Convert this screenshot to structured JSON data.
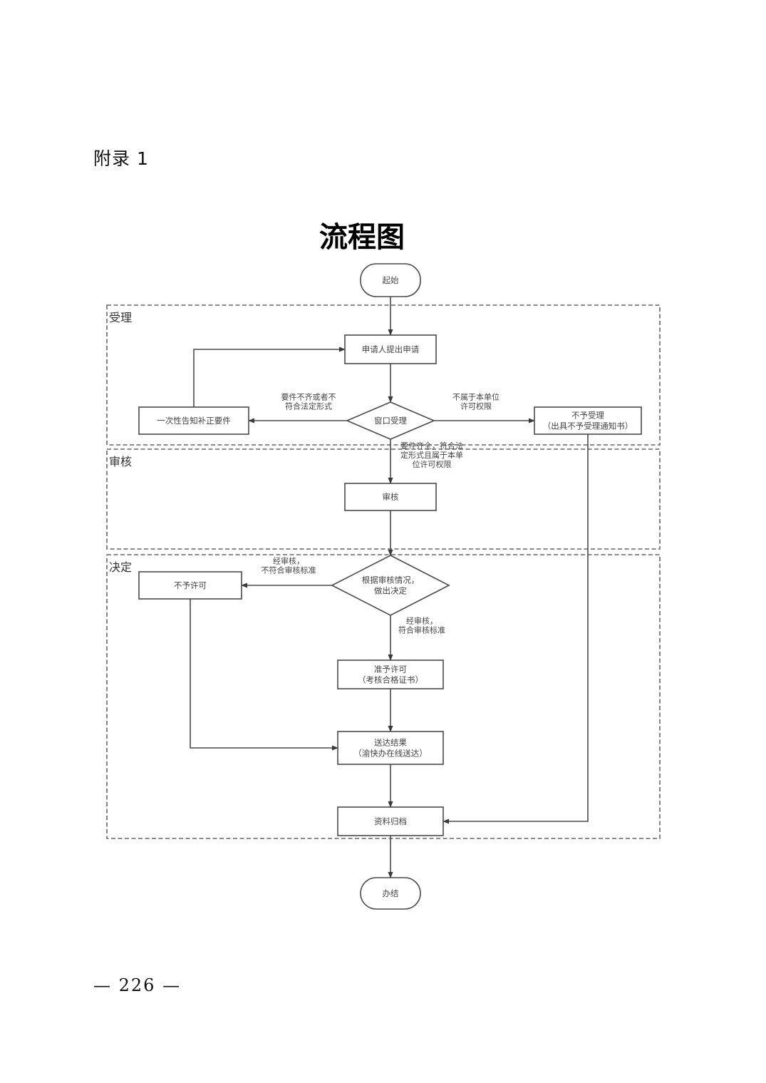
{
  "document": {
    "appendix_label": "附录 1",
    "title": "流程图",
    "page_number": "— 226 —"
  },
  "colors": {
    "line": "#4a4a4a",
    "lane_border": "#666666",
    "text": "#444444"
  },
  "flowchart": {
    "lanes": [
      {
        "id": "lane-accept",
        "label": "受理"
      },
      {
        "id": "lane-review",
        "label": "审核"
      },
      {
        "id": "lane-decide",
        "label": "决定"
      }
    ],
    "nodes": [
      {
        "id": "start",
        "shape": "terminal",
        "lines": [
          "起始"
        ]
      },
      {
        "id": "apply",
        "shape": "process",
        "lines": [
          "申请人提出申请"
        ]
      },
      {
        "id": "window",
        "shape": "decision",
        "lines": [
          "窗口受理"
        ]
      },
      {
        "id": "notify-correct",
        "shape": "process",
        "lines": [
          "一次性告知补正要件"
        ]
      },
      {
        "id": "reject-accept",
        "shape": "process",
        "lines": [
          "不予受理",
          "（出具不予受理通知书）"
        ]
      },
      {
        "id": "review",
        "shape": "process",
        "lines": [
          "审核"
        ]
      },
      {
        "id": "decide",
        "shape": "decision",
        "lines": [
          "根据审核情况，",
          "做出决定"
        ]
      },
      {
        "id": "deny",
        "shape": "process",
        "lines": [
          "不予许可"
        ]
      },
      {
        "id": "grant",
        "shape": "process",
        "lines": [
          "准予许可",
          "（考核合格证书）"
        ]
      },
      {
        "id": "deliver",
        "shape": "process",
        "lines": [
          "送达结果",
          "（渝快办在线送达）"
        ]
      },
      {
        "id": "archive",
        "shape": "process",
        "lines": [
          "资料归档"
        ]
      },
      {
        "id": "end",
        "shape": "terminal",
        "lines": [
          "办结"
        ]
      }
    ],
    "edges": [
      {
        "id": "start-apply",
        "from": "start",
        "to": "apply",
        "label": []
      },
      {
        "id": "apply-window",
        "from": "apply",
        "to": "window",
        "label": []
      },
      {
        "id": "window-notify",
        "from": "window",
        "to": "notify-correct",
        "label": [
          "要件不齐或者不",
          "符合法定形式"
        ]
      },
      {
        "id": "notify-apply",
        "from": "notify-correct",
        "to": "apply",
        "label": []
      },
      {
        "id": "window-reject",
        "from": "window",
        "to": "reject-accept",
        "label": [
          "不属于本单位",
          "许可权限"
        ]
      },
      {
        "id": "window-review",
        "from": "window",
        "to": "review",
        "label": [
          "要件齐全，符合法",
          "定形式且属于本单",
          "位许可权限"
        ]
      },
      {
        "id": "review-decide",
        "from": "review",
        "to": "decide",
        "label": []
      },
      {
        "id": "decide-deny",
        "from": "decide",
        "to": "deny",
        "label": [
          "经审核，",
          "不符合审核标准"
        ]
      },
      {
        "id": "decide-grant",
        "from": "decide",
        "to": "grant",
        "label": [
          "经审核，",
          "符合审核标准"
        ]
      },
      {
        "id": "grant-deliver",
        "from": "grant",
        "to": "deliver",
        "label": []
      },
      {
        "id": "deny-deliver",
        "from": "deny",
        "to": "deliver",
        "label": []
      },
      {
        "id": "deliver-archive",
        "from": "deliver",
        "to": "archive",
        "label": []
      },
      {
        "id": "reject-archive",
        "from": "reject-accept",
        "to": "archive",
        "label": []
      },
      {
        "id": "archive-end",
        "from": "archive",
        "to": "end",
        "label": []
      }
    ]
  }
}
